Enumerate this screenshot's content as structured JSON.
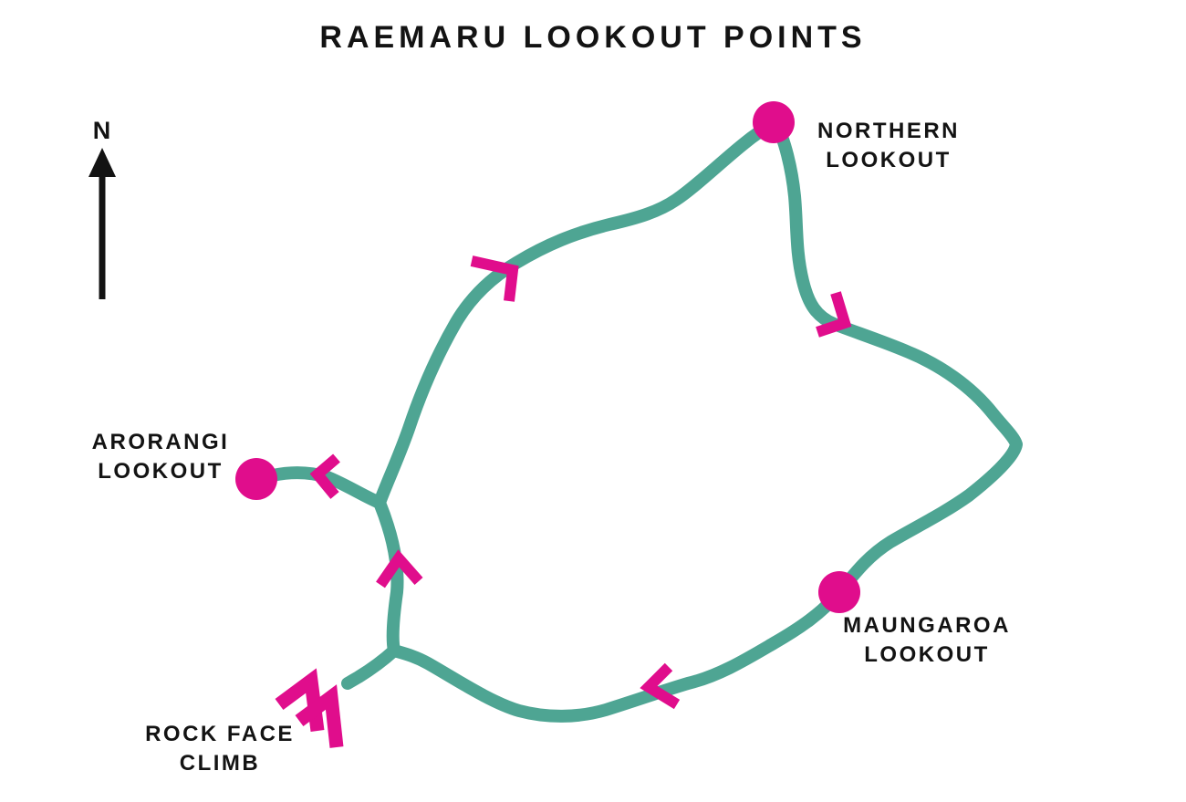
{
  "title": "RAEMARU LOOKOUT POINTS",
  "compass": {
    "label": "N",
    "meaning": "north direction arrow"
  },
  "colors": {
    "trail": "#4EA593",
    "marker": "#E00D8C",
    "text": "#131313",
    "background": "#FFFFFF"
  },
  "trail": {
    "type": "loop track with two spur tracks",
    "direction_arrows": [
      {
        "id": "arrow-upper-west",
        "points": "north-east along top of loop"
      },
      {
        "id": "arrow-east",
        "points": "south-east down eastern leg"
      },
      {
        "id": "arrow-bottom",
        "points": "west along bottom of loop"
      },
      {
        "id": "arrow-west-leg",
        "points": "north up western leg"
      },
      {
        "id": "arrow-arorangi-spur",
        "points": "west toward Arorangi Lookout"
      }
    ]
  },
  "markers": [
    {
      "id": "northern-lookout",
      "lines": [
        "NORTHERN",
        "LOOKOUT"
      ],
      "shape": "dot"
    },
    {
      "id": "arorangi-lookout",
      "lines": [
        "ARORANGI",
        "LOOKOUT"
      ],
      "shape": "dot"
    },
    {
      "id": "maungaroa-lookout",
      "lines": [
        "MAUNGAROA",
        "LOOKOUT"
      ],
      "shape": "dot"
    },
    {
      "id": "rock-face-climb",
      "lines": [
        "ROCK FACE",
        "CLIMB"
      ],
      "shape": "double-chevron"
    }
  ]
}
